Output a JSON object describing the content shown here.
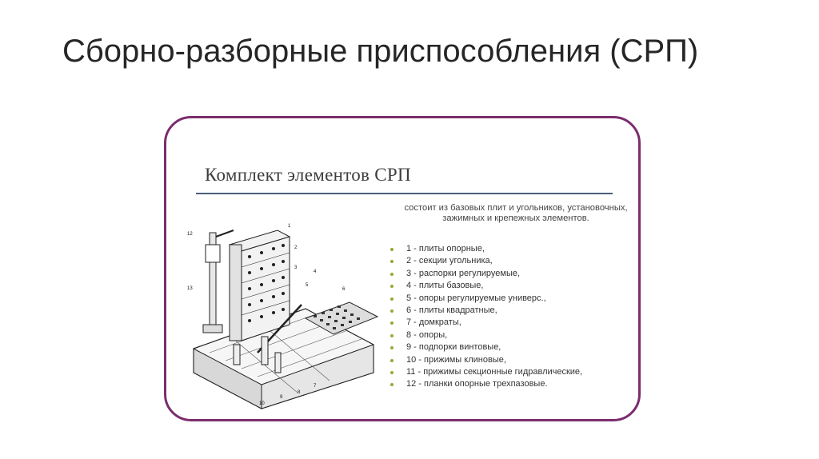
{
  "slide": {
    "title": "Сборно-разборные приспособления (СРП)"
  },
  "card": {
    "heading": "Комплект элементов СРП",
    "intro": "состоит из базовых плит и угольников, установочных, зажимных и крепежных элементов.",
    "items": [
      "1 - плиты опорные,",
      "2 - секции угольника,",
      "3 - распорки регулируемые,",
      "4 - плиты базовые,",
      "5 - опоры регулируемые универс.,",
      "6 - плиты квадратные,",
      "7 - домкраты,",
      "8 - опоры,",
      "9 - подпорки винтовые,",
      "10 - прижимы клиновые,",
      "11 - прижимы секционные гидравлические,",
      "12 - планки опорные трехпазовые."
    ],
    "figure_callouts": [
      "12",
      "1",
      "2",
      "3",
      "13",
      "4",
      "5",
      "6",
      "10",
      "9",
      "8",
      "7"
    ]
  },
  "colors": {
    "card_border": "#7b2d6d",
    "heading_rule": "#4a5f7a",
    "bullet": "#9aa63a"
  }
}
